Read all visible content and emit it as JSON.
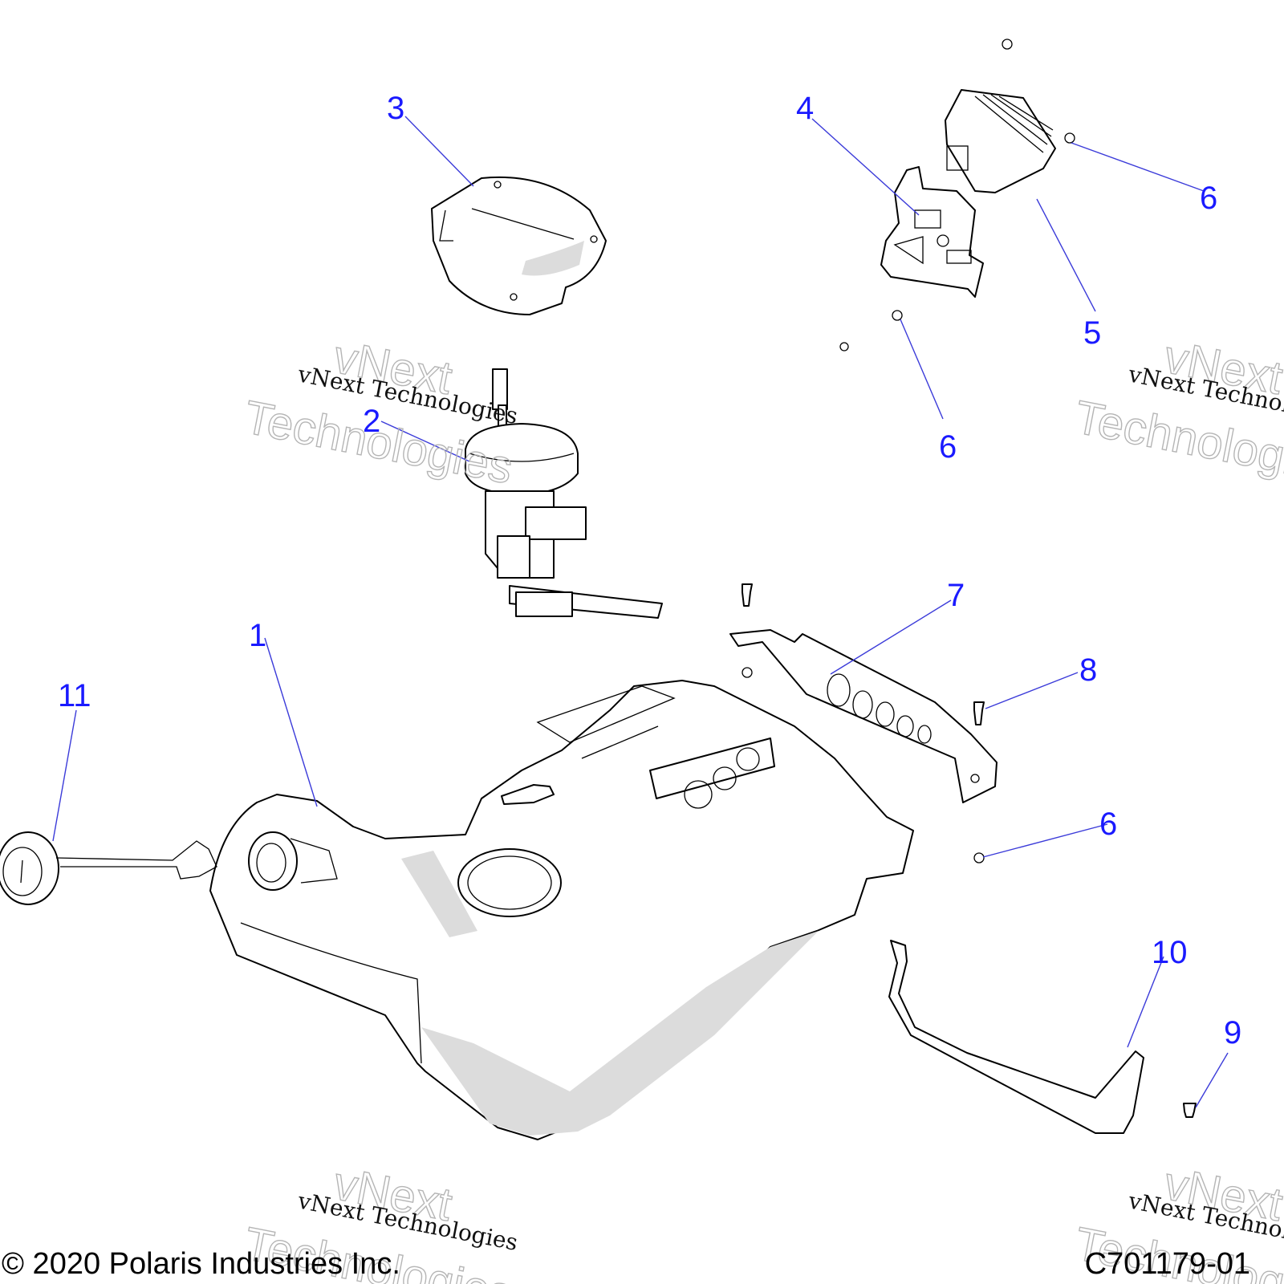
{
  "callouts": [
    "1",
    "2",
    "3",
    "4",
    "5",
    "6",
    "6",
    "6",
    "7",
    "8",
    "6",
    "9",
    "10",
    "11"
  ],
  "watermark": {
    "line1": "vNext Technologies",
    "outline1": "vNext",
    "outline2": "Technologies"
  },
  "footer": {
    "copyright": "© 2020 Polaris Industries Inc.",
    "drawing_number": "C701179-01"
  },
  "colors": {
    "callout": "#1a1aff",
    "leader": "#3b3bd9"
  }
}
